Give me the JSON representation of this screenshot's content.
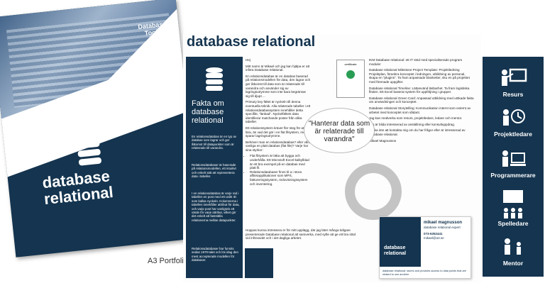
{
  "cover": {
    "title_line1": "database",
    "title_line2": "relational",
    "badge_line1": "Database",
    "badge_line2": "Tools",
    "brand": "A3 Portfolio"
  },
  "page": {
    "title": "database relational"
  },
  "fact": {
    "heading": "Fakta om database relational",
    "paragraphs": [
      "En relationsdatabas är en typ av databas som lagrar och ger åtkomst till datapunkter som är relaterade till varandra.",
      "Relationsdatabaser är baserade på relationsmodellen, ett intuitivt och enkelt sätt att representera data i tabeller.",
      "I en relationsdatabas är varje rad i tabellen en post med ett unikt ID som kallas nyckeln. Kolumnerna i tabellen innehåller attribut för data, och varje post har vanligtvis ett värde för varje attribut, vilket gör det enkelt att fastställa relationerna mellan datapunkter.",
      "Relationsdatabaser har funnits sedan 1970-talet och lös idag den mest accepterade modellen för databaser."
    ]
  },
  "col1": {
    "greeting": "Hej",
    "intro": "Mitt namn är Mikael och jag kan hjälpa er att införa Database relational.",
    "p1": "En relationsdatabas är en databas baserad på relationsmodellen för data, den lagrar och ger åtkomst till data som är relaterade till varandra och använder sig av lagringsutrymme som inte bara begränsar sig till djupt ...",
    "p2": "Primary key fältet är nyckeln till denna eventuella teknik. Alla relaterade tabeller i ett relationsdatabassystem innehåller detta specifikt, \"länkad\". Nyckelfältets data identifierar matchande poster från olika tabeller.",
    "p3": "Ett relationssystem kräver fler steg för att lära, än vad det gör i en flat filsystem, men sparar lagringsutrymme.",
    "p4": "Behöver man en relationsdatabas? eller våra vanliga en platt databas (flat file)? Varje har sina styrkor:",
    "bullets": [
      "Flat filsystem är lätta att bygga och underhålla. Ett Microsoft Excel-kalkylblad är ett bra exempel på en databas med platt fil.",
      "Relationsdatabaser finns bl a i stora affärsapplikationer som MPS, faktureringssystem, redovisningssystem och inventering."
    ],
    "p5": "Hoppas kunna intressera er för mitt upplägg, där jag läter många tidigare presenterade Database relational att samverka, med syfte att ge ett bra stöd vid införandet och i det dagliga arbetet."
  },
  "col2": {
    "p1": "IKM Database relational: ett IT stöd med specialiserade program moduler",
    "p2": "Database relational Milestone Project Template: Projektledning Projektplan, förankra konceptet i ledningen, utbildning av personal, skapa en \"plugins\". Ta fram anpassade blanketter, sku en på projektet med förenade uppgifter.",
    "p3": "Database relational Timeline: Lättanvänd läsbarhet. Ta fram logistiska flöden. Ett Excel baserat system för uppföljning i grupper.",
    "p4": "Database relational Green Card: Anpassad utbildning med utökade fakta om användningen och konceptet.",
    "p5": "Database relational Storytelling: Kommunikation internt som externt av arbetet med konceptet som sådant.",
    "p6": "Jag kan medverka som resurs, projektledare, ledare och mentor.",
    "p7": "Jag är bilda intresserad av anställning eller konsultuppdrag.",
    "p8": "Tveka inte att kontakta mig om du har frågor eller är intresserad av Database relational.",
    "signature": "Mikael Magnusson"
  },
  "bubble": {
    "text": "\"Hanterar data som är relaterade till varandra\""
  },
  "certificate": {
    "label": "certificate"
  },
  "card": {
    "title_line1": "database",
    "title_line2": "relational",
    "name": "mikael magnusson",
    "role": "database relational expert",
    "phone": "073-6352441",
    "email": "mikael@a3.se",
    "footer": "database relational: stores and provides access to data points that are related to one another"
  },
  "roles": [
    {
      "label": "Resurs"
    },
    {
      "label": "Projektledare"
    },
    {
      "label": "Programmerare"
    },
    {
      "label": "Spelledare"
    },
    {
      "label": "Mentor"
    }
  ]
}
